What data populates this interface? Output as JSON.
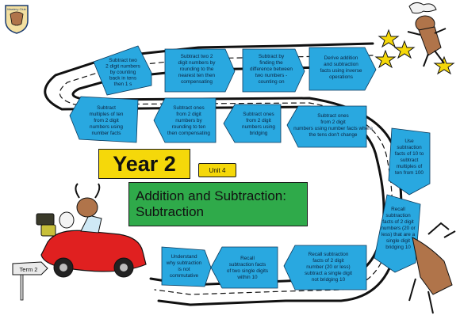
{
  "title": {
    "year": "Year 2",
    "unit": "Unit 4",
    "subject_line1": "Addition and Subtraction:",
    "subject_line2": "Subtraction"
  },
  "badge": {
    "label": "Mastery Club"
  },
  "sign": {
    "label": "Term 2"
  },
  "colors": {
    "arrow_fill": "#29a8e0",
    "road": "#111111",
    "year_box": "#f5d80a",
    "subject_box": "#2faa4a",
    "car": "#e02020",
    "star": "#f5d80a"
  },
  "steps": [
    {
      "lines": [
        "Subtract two",
        "2 digit numbers",
        "by counting",
        "back in tens",
        "then 1 s"
      ]
    },
    {
      "lines": [
        "Subtract two 2",
        "digit numbers by",
        "rounding to the",
        "nearest ten then",
        "compensating"
      ]
    },
    {
      "lines": [
        "Subtract by",
        "finding the",
        "difference between",
        "two numbers -",
        "counting on"
      ]
    },
    {
      "lines": [
        "Derive addition",
        "and subtraction",
        "facts using inverse",
        "operations"
      ]
    },
    {
      "lines": [
        "Subtract ones",
        "from 2 digit",
        "numbers using number facts where",
        "the tens don't change"
      ]
    },
    {
      "lines": [
        "Subtract ones",
        "from 2 digit",
        "numbers using",
        "bridging"
      ]
    },
    {
      "lines": [
        "Subtract ones",
        "from 2 digit",
        "numbers by",
        "rounding to ten",
        "then compensating"
      ]
    },
    {
      "lines": [
        "Subtract",
        "multiples of ten",
        "from 2 digit",
        "numbers using",
        "number facts"
      ]
    },
    {
      "lines": [
        "Use",
        "subtraction",
        "facts of 10 to",
        "subtract",
        "multiples of",
        "ten from 100"
      ]
    },
    {
      "lines": [
        "Recall",
        "subtraction",
        "facts of 2 digit",
        "numbers (20 or",
        "less) that are a",
        "single digit",
        "bridging 10"
      ]
    },
    {
      "lines": [
        "Recall subtraction",
        "facts of 2 digit",
        "number (20 or less)",
        "subtract a single digit",
        "not bridging 10"
      ]
    },
    {
      "lines": [
        "Recall",
        "subtraction facts",
        "of two single digits",
        "within 10"
      ]
    },
    {
      "lines": [
        "Understand",
        "why subtraction",
        "is not",
        "commutative"
      ]
    }
  ]
}
